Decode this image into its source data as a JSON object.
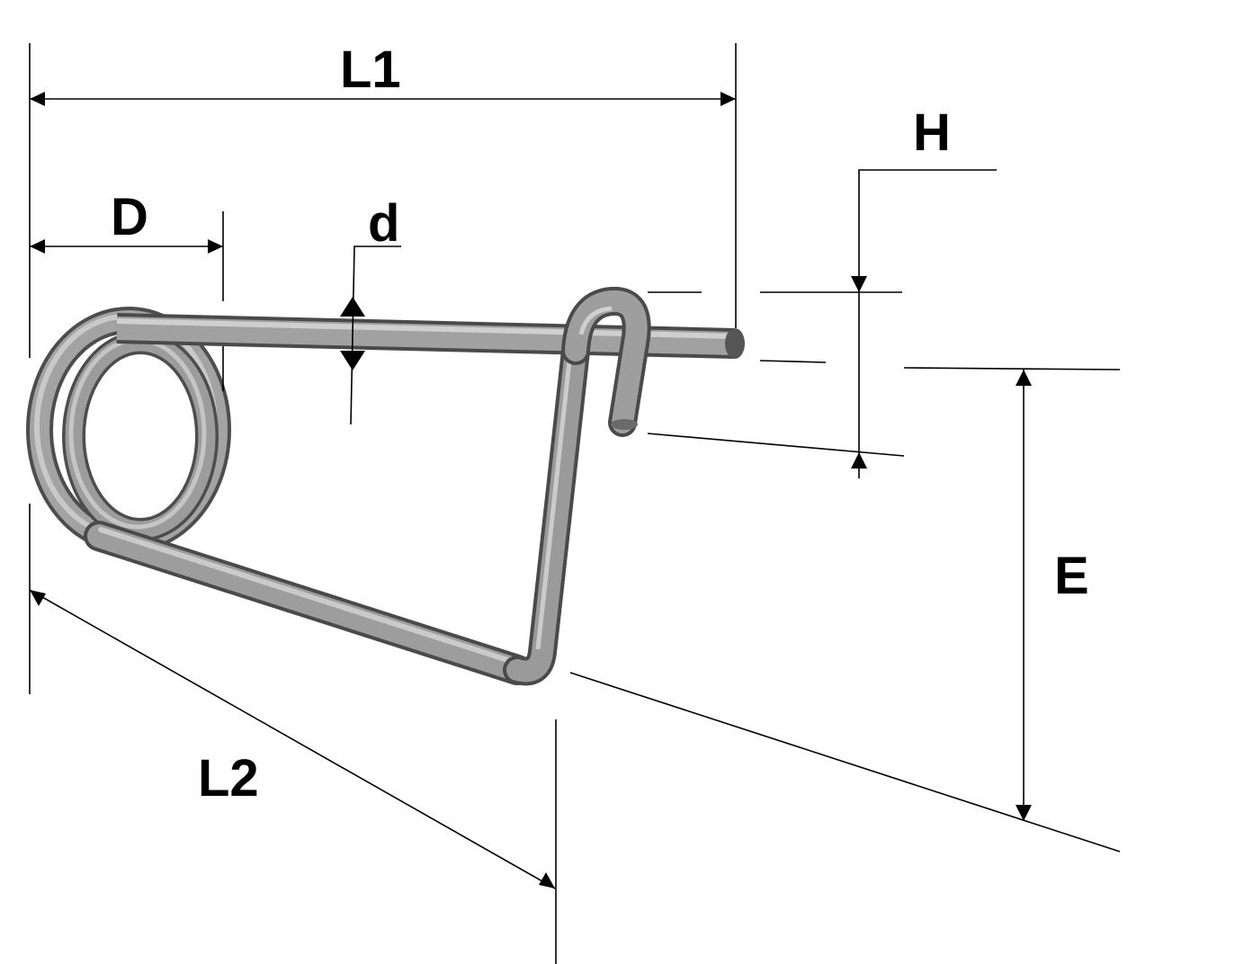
{
  "diagram": {
    "labels": {
      "L1": "L1",
      "L2": "L2",
      "D": "D",
      "d": "d",
      "H": "H",
      "E": "E"
    },
    "colors": {
      "wire_dark": "#5a5a5a",
      "wire_mid": "#8c8c8c",
      "wire_light": "#c4c4c4",
      "line": "#000000",
      "background": "#ffffff"
    }
  }
}
